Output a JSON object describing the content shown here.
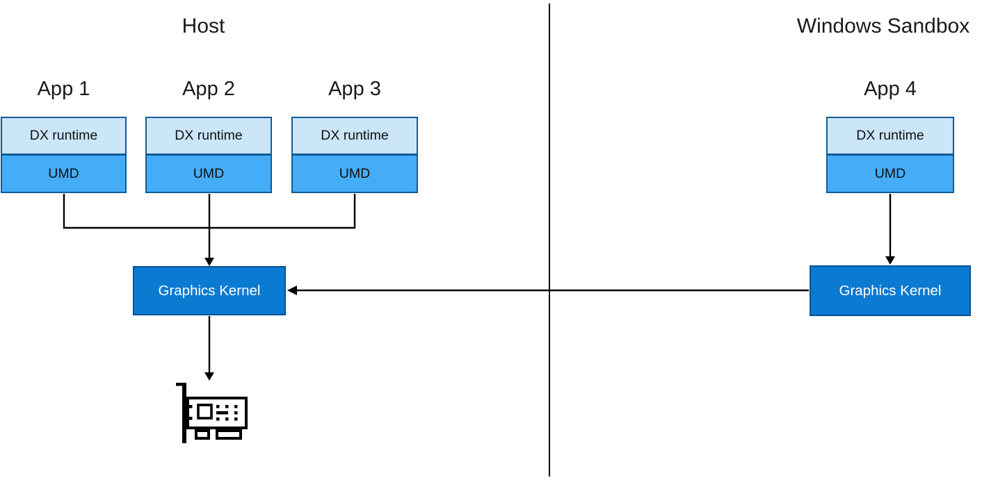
{
  "host": {
    "title": "Host",
    "apps": [
      {
        "label": "App 1",
        "layers": [
          "DX runtime",
          "UMD"
        ]
      },
      {
        "label": "App 2",
        "layers": [
          "DX runtime",
          "UMD"
        ]
      },
      {
        "label": "App 3",
        "layers": [
          "DX runtime",
          "UMD"
        ]
      }
    ],
    "kernel_label": "Graphics Kernel"
  },
  "sandbox": {
    "title": "Windows Sandbox",
    "apps": [
      {
        "label": "App 4",
        "layers": [
          "DX runtime",
          "UMD"
        ]
      }
    ],
    "kernel_label": "Graphics Kernel"
  },
  "icons": {
    "gpu": "gpu-card-icon"
  },
  "palette": {
    "background": "#ffffff",
    "text_color": "#1a1a1a",
    "dx_runtime_fill": "#cbe5f9",
    "umd_fill": "#45acf7",
    "stack_border": "#0e5c94",
    "kernel_fill": "#0b7ad1",
    "kernel_border": "#0a5190",
    "kernel_text": "#ffffff",
    "line_color": "#000000"
  }
}
